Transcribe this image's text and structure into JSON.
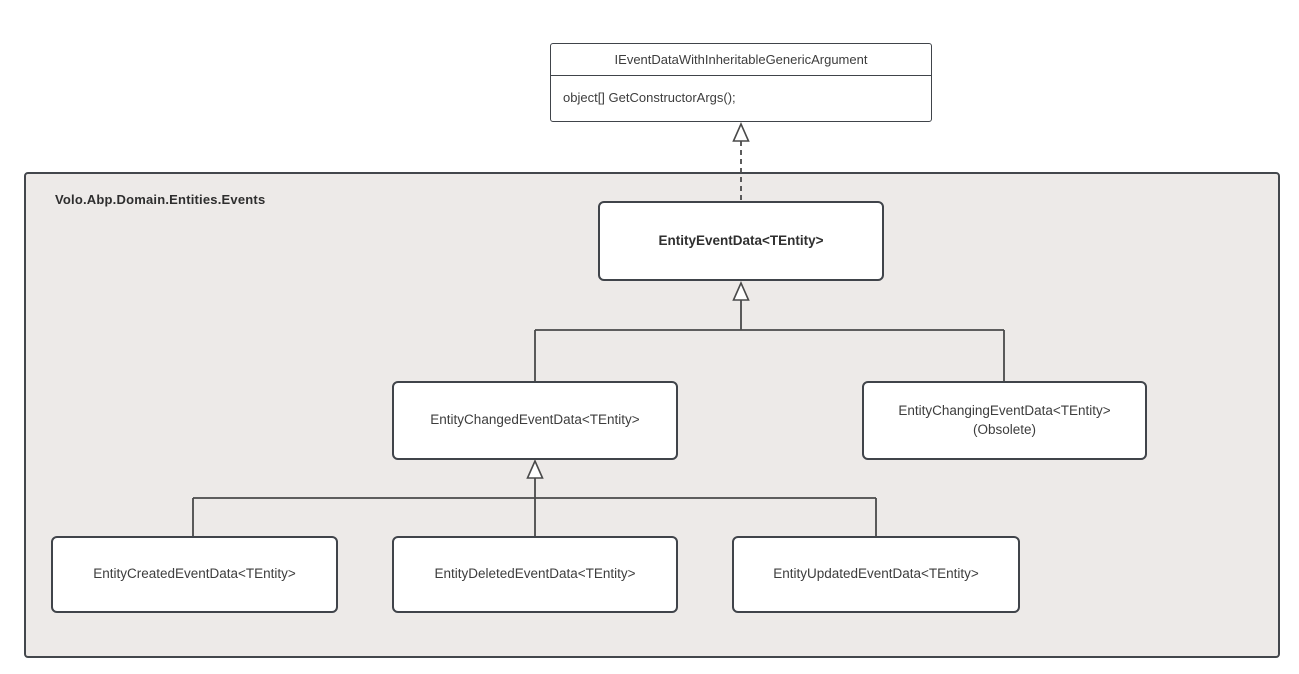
{
  "interface_box": {
    "title": "IEventDataWithInheritableGenericArgument",
    "method": "object[] GetConstructorArgs();"
  },
  "namespace_container": {
    "label": "Volo.Abp.Domain.Entities.Events"
  },
  "classes": {
    "entity_event_data": "EntityEventData<TEntity>",
    "entity_changed_event_data": "EntityChangedEventData<TEntity>",
    "entity_changing_event_data": "EntityChangingEventData<TEntity>",
    "entity_changing_note": "(Obsolete)",
    "entity_created_event_data": "EntityCreatedEventData<TEntity>",
    "entity_deleted_event_data": "EntityDeletedEventData<TEntity>",
    "entity_updated_event_data": "EntityUpdatedEventData<TEntity>"
  },
  "colors": {
    "page_background": "#ffffff",
    "container_fill": "#edeae8",
    "box_fill": "#ffffff",
    "box_border": "#40444a",
    "connector_line": "#4a4a4a",
    "text": "#3d3d3d"
  }
}
